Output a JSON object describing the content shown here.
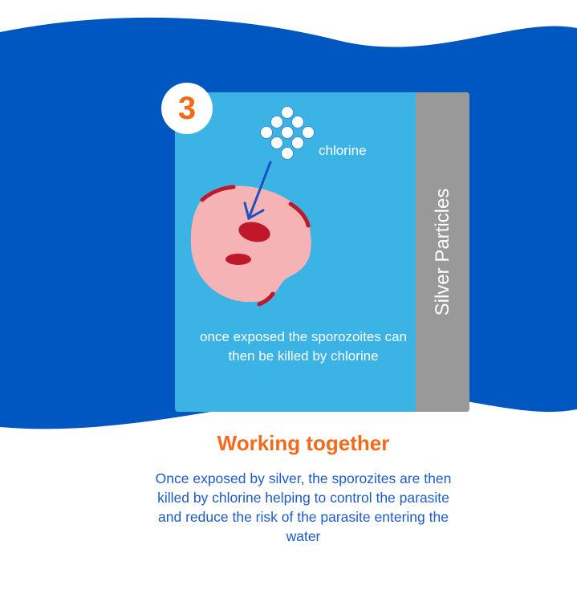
{
  "step_number": "3",
  "card": {
    "molecule_label": "chlorine",
    "description": "once exposed the sporozoites can then be killed by chlorine",
    "side_label": "Silver Particles"
  },
  "section": {
    "title": "Working together",
    "body": "Once exposed by silver, the sporozites are then killed by chlorine helping to control the parasite and reduce the risk of the parasite entering the water"
  },
  "colors": {
    "wave": "#0057c0",
    "card": "#3bb3e4",
    "strip": "#999999",
    "accent": "#f26a1b",
    "cell": "#f6b3b6",
    "nucleus": "#c0182a",
    "text_blue": "#1d5bc6"
  }
}
